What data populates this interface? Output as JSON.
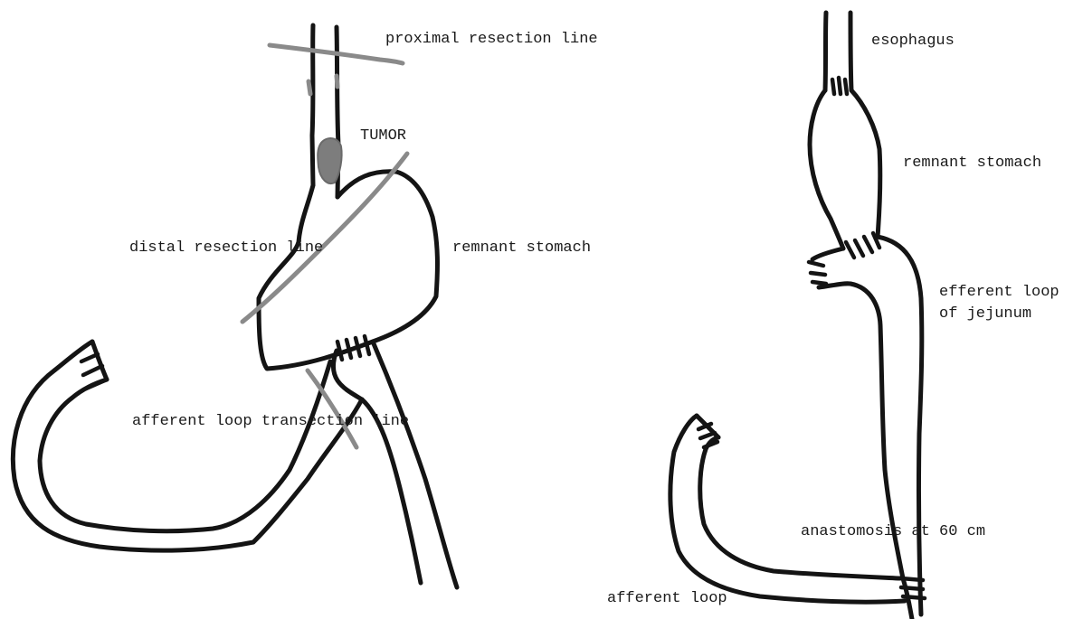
{
  "left_diagram": {
    "labels": {
      "proximal_resection_line": "proximal resection line",
      "tumor": "TUMOR",
      "distal_resection_line": "distal resection line",
      "remnant_stomach": "remnant stomach",
      "afferent_loop_transection_line": "afferent loop transection line"
    }
  },
  "right_diagram": {
    "labels": {
      "esophagus": "esophagus",
      "remnant_stomach": "remnant stomach",
      "efferent_loop_line1": "efferent loop",
      "efferent_loop_line2": "of jejunum",
      "anastomosis": "anastomosis at 60 cm",
      "afferent_loop": "afferent loop"
    }
  },
  "colors": {
    "outline": "#141414",
    "resection_line": "#8a8a8a",
    "tumor": "#7d7d7d",
    "background": "#ffffff"
  }
}
